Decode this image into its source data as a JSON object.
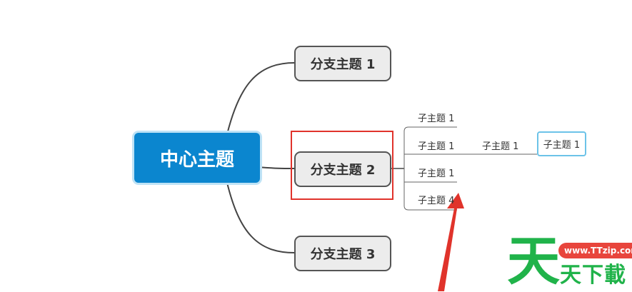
{
  "mindmap": {
    "central": "中心主题",
    "branches": [
      "分支主题 1",
      "分支主题 2",
      "分支主题 3"
    ],
    "subtopics": [
      "子主题 1",
      "子主题 1",
      "子主题 1",
      "子主题 4"
    ],
    "level3": [
      "子主题 1",
      "子主题 1"
    ]
  },
  "watermark": {
    "big_char": "天",
    "url": "www.TTzip.com",
    "name": "天下載"
  },
  "colors": {
    "central_fill": "#0b86cf",
    "selection_outline": "#e0332b",
    "arrow": "#e0332b",
    "watermark_green": "#20b34a"
  }
}
